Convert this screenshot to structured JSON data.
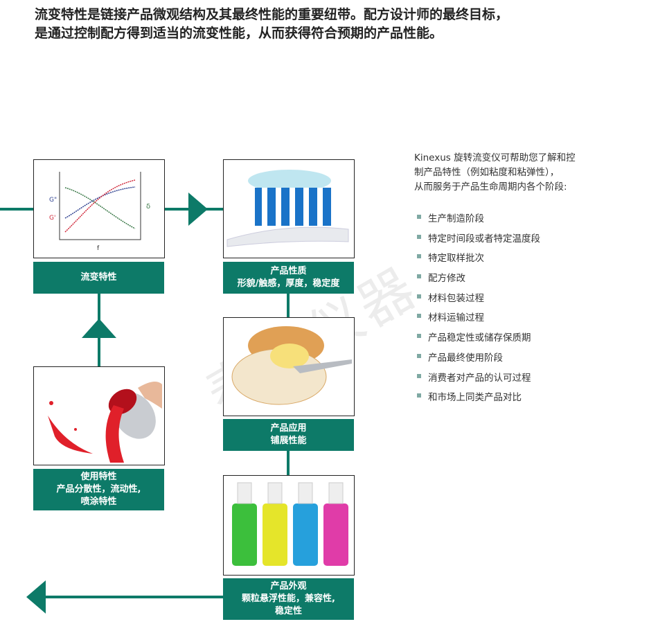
{
  "title": {
    "line1": "流变特性是链接产品微观结构及其最终性能的重要纽带。配方设计师的最终目标，",
    "line2": "是通过控制配方得到适当的流变性能，从而获得符合预期的产品性能。"
  },
  "chart": {
    "g2": "G\"",
    "g1": "G'",
    "delta": "δ",
    "f": "f"
  },
  "labels": {
    "rheology": [
      "流变特性"
    ],
    "properties": [
      "产品性质",
      "形貌/触感，厚度，稳定度"
    ],
    "application": [
      "产品应用",
      "铺展性能"
    ],
    "usage": [
      "使用特性",
      "产品分散性，流动性,",
      "喷涂特性"
    ],
    "appearance": [
      "产品外观",
      "颗粒悬浮性能，兼容性,",
      "稳定性"
    ]
  },
  "side": {
    "intro": [
      "Kinexus 旋转流变仪可帮助您了解和控",
      "制产品特性（例如粘度和粘弹性），",
      "从而服务于产品生命周期内各个阶段:"
    ],
    "items": [
      "生产制造阶段",
      "特定时间段或者特定温度段",
      "特定取样批次",
      "配方修改",
      "材料包装过程",
      "材料运输过程",
      "产品稳定性或储存保质期",
      "产品最终使用阶段",
      "消费者对产品的认可过程",
      "和市场上同类产品对比"
    ]
  },
  "watermark": "泰兴仪器"
}
